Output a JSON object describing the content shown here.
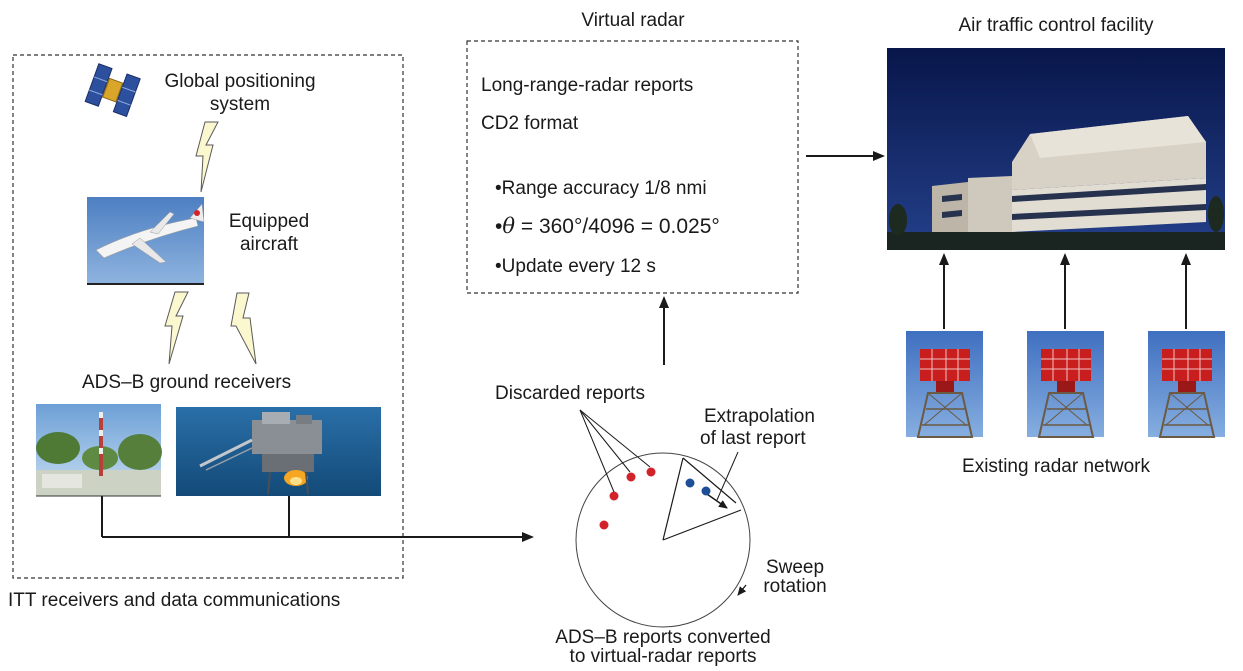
{
  "left_panel": {
    "gps_label_line1": "Global positioning",
    "gps_label_line2": "system",
    "aircraft_label_line1": "Equipped",
    "aircraft_label_line2": "aircraft",
    "receivers_label": "ADS–B ground receivers",
    "caption": "ITT receivers and data communications"
  },
  "virtual_radar": {
    "title": "Virtual radar",
    "line1": "Long-range-radar reports",
    "line2": "CD2 format",
    "bullet1": "Range accuracy 1/8 nmi",
    "bullet2_symbol": "θ",
    "bullet2_rest": " = 360°/4096 = 0.025°",
    "bullet3": "Update every 12 s",
    "bullet_char": "•"
  },
  "atc": {
    "title": "Air traffic control facility",
    "network_label": "Existing radar network"
  },
  "conversion": {
    "discarded_label": "Discarded reports",
    "extrapolation_line1": "Extrapolation",
    "extrapolation_line2": "of last report",
    "sweep_line1": "Sweep",
    "sweep_line2": "rotation",
    "caption_line1": "ADS–B reports converted",
    "caption_line2": "to virtual-radar reports"
  },
  "colors": {
    "discarded_dot": "#d2232a",
    "current_dot": "#1f4e99",
    "sky_night": "#0c1f5c",
    "radar_red": "#c81e1e"
  },
  "icons": [
    "satellite-icon",
    "lightning-bolt-icon",
    "aircraft-photo",
    "cell-tower-photo",
    "oil-platform-photo",
    "atc-building-photo",
    "radar-antenna-photo"
  ]
}
